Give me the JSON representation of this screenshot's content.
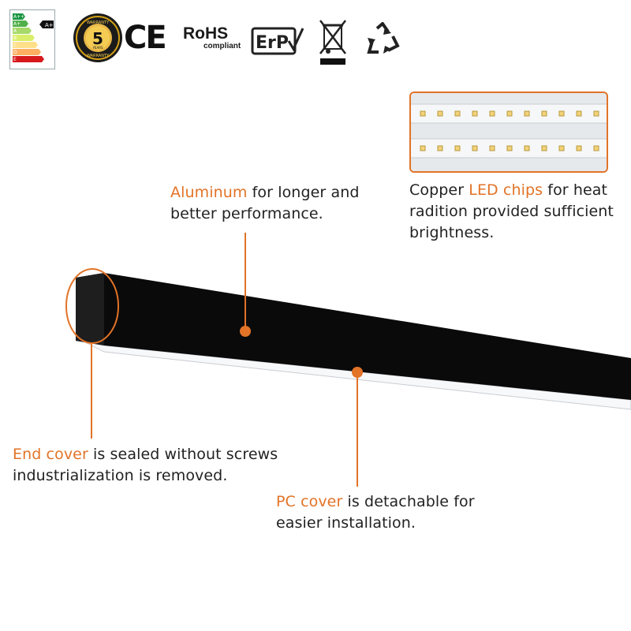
{
  "badges": {
    "energy_label": {
      "classes": [
        "A++",
        "A+",
        "A",
        "B",
        "C",
        "D",
        "E"
      ],
      "rating": "A+"
    },
    "warranty": {
      "years": "5",
      "top": "WARRANTY",
      "unit": "YEARS",
      "bottom": "WARRANTY"
    },
    "ce": "CE",
    "rohs": {
      "title": "RoHS",
      "sub": "compliant"
    },
    "erp": "ErP"
  },
  "callouts": {
    "aluminum": {
      "accent": "Aluminum",
      "text": " for longer and better performance."
    },
    "led": {
      "pre": "Copper ",
      "accent": "LED chips",
      "text": " for heat radition provided sufficient brightness."
    },
    "end_cover": {
      "accent": "End cover",
      "text": " is sealed without screws industrialization is removed."
    },
    "pc_cover": {
      "accent": "PC cover",
      "text": " is detachable for easier installation."
    }
  },
  "colors": {
    "accent": "#e27327",
    "profile": "#0a0a0a",
    "diffuser": "#f4f6f8",
    "text": "#222222"
  }
}
